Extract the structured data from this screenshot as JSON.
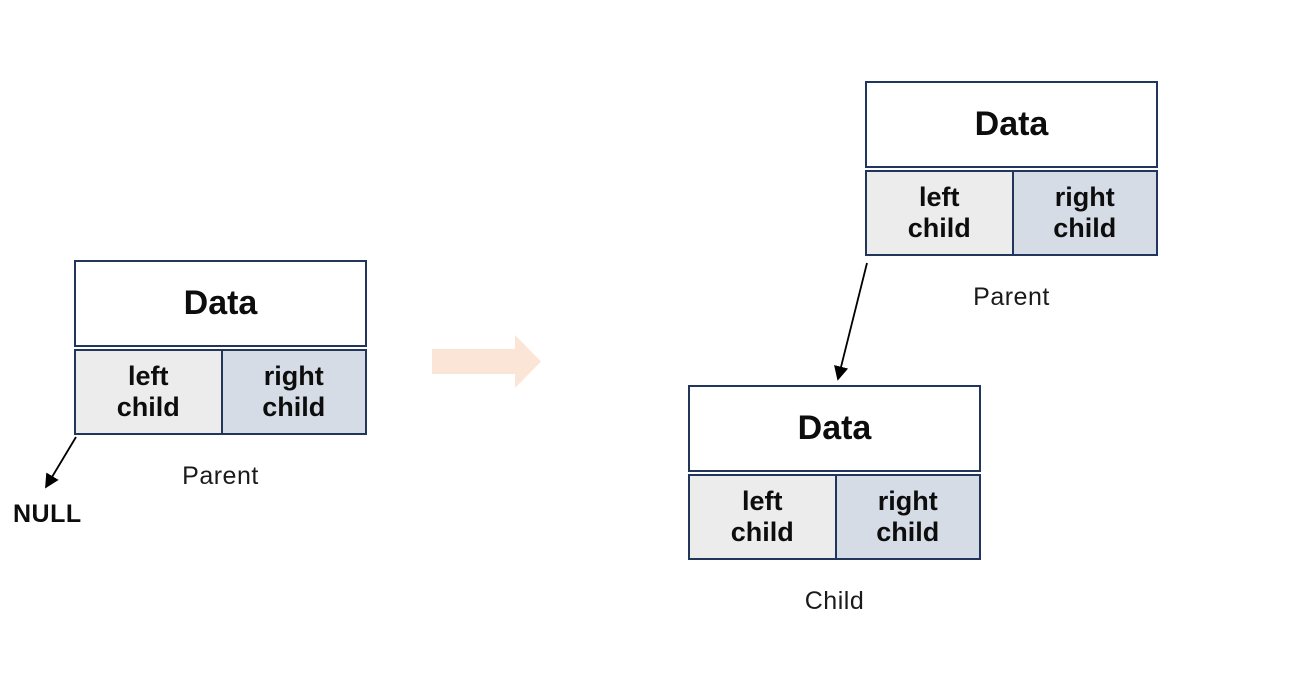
{
  "nodes": [
    {
      "data_label": "Data",
      "left_label": "left child",
      "right_label": "right child",
      "caption": "Parent"
    },
    {
      "data_label": "Data",
      "left_label": "left child",
      "right_label": "right child",
      "caption": "Parent"
    },
    {
      "data_label": "Data",
      "left_label": "left child",
      "right_label": "right child",
      "caption": "Child"
    }
  ],
  "null_label": "NULL",
  "icons": {
    "transform_arrow": "right-block-arrow",
    "null_pointer": "thin-arrow-down-left",
    "parent_child_pointer": "thin-arrow-down"
  },
  "colors": {
    "node_border": "#22365C",
    "left_cell_bg": "#ECECEC",
    "right_cell_bg": "#D6DCE5",
    "block_arrow_fill": "#FBE5D6",
    "arrow_line": "#000000"
  }
}
